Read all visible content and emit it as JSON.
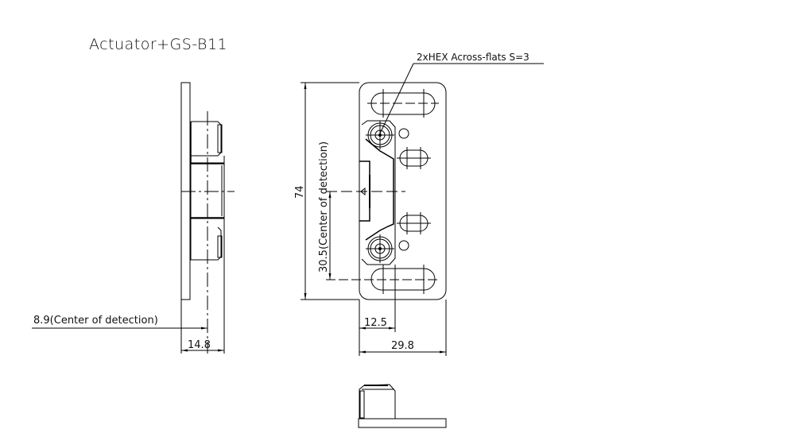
{
  "drawing": {
    "title": "Actuator+GS-B11",
    "hex_note": "2xHEX Across-flats S=3",
    "dimensions": {
      "height_total": "74",
      "center_detection_vertical": "30.5(Center of detection)",
      "center_detection_side": "8.9(Center of detection)",
      "side_depth": "14.8",
      "front_center_offset": "12.5",
      "front_width": "29.8"
    },
    "views": [
      "side-view",
      "front-view",
      "bottom-view"
    ],
    "line_color": "#000000",
    "background_color": "#ffffff"
  }
}
